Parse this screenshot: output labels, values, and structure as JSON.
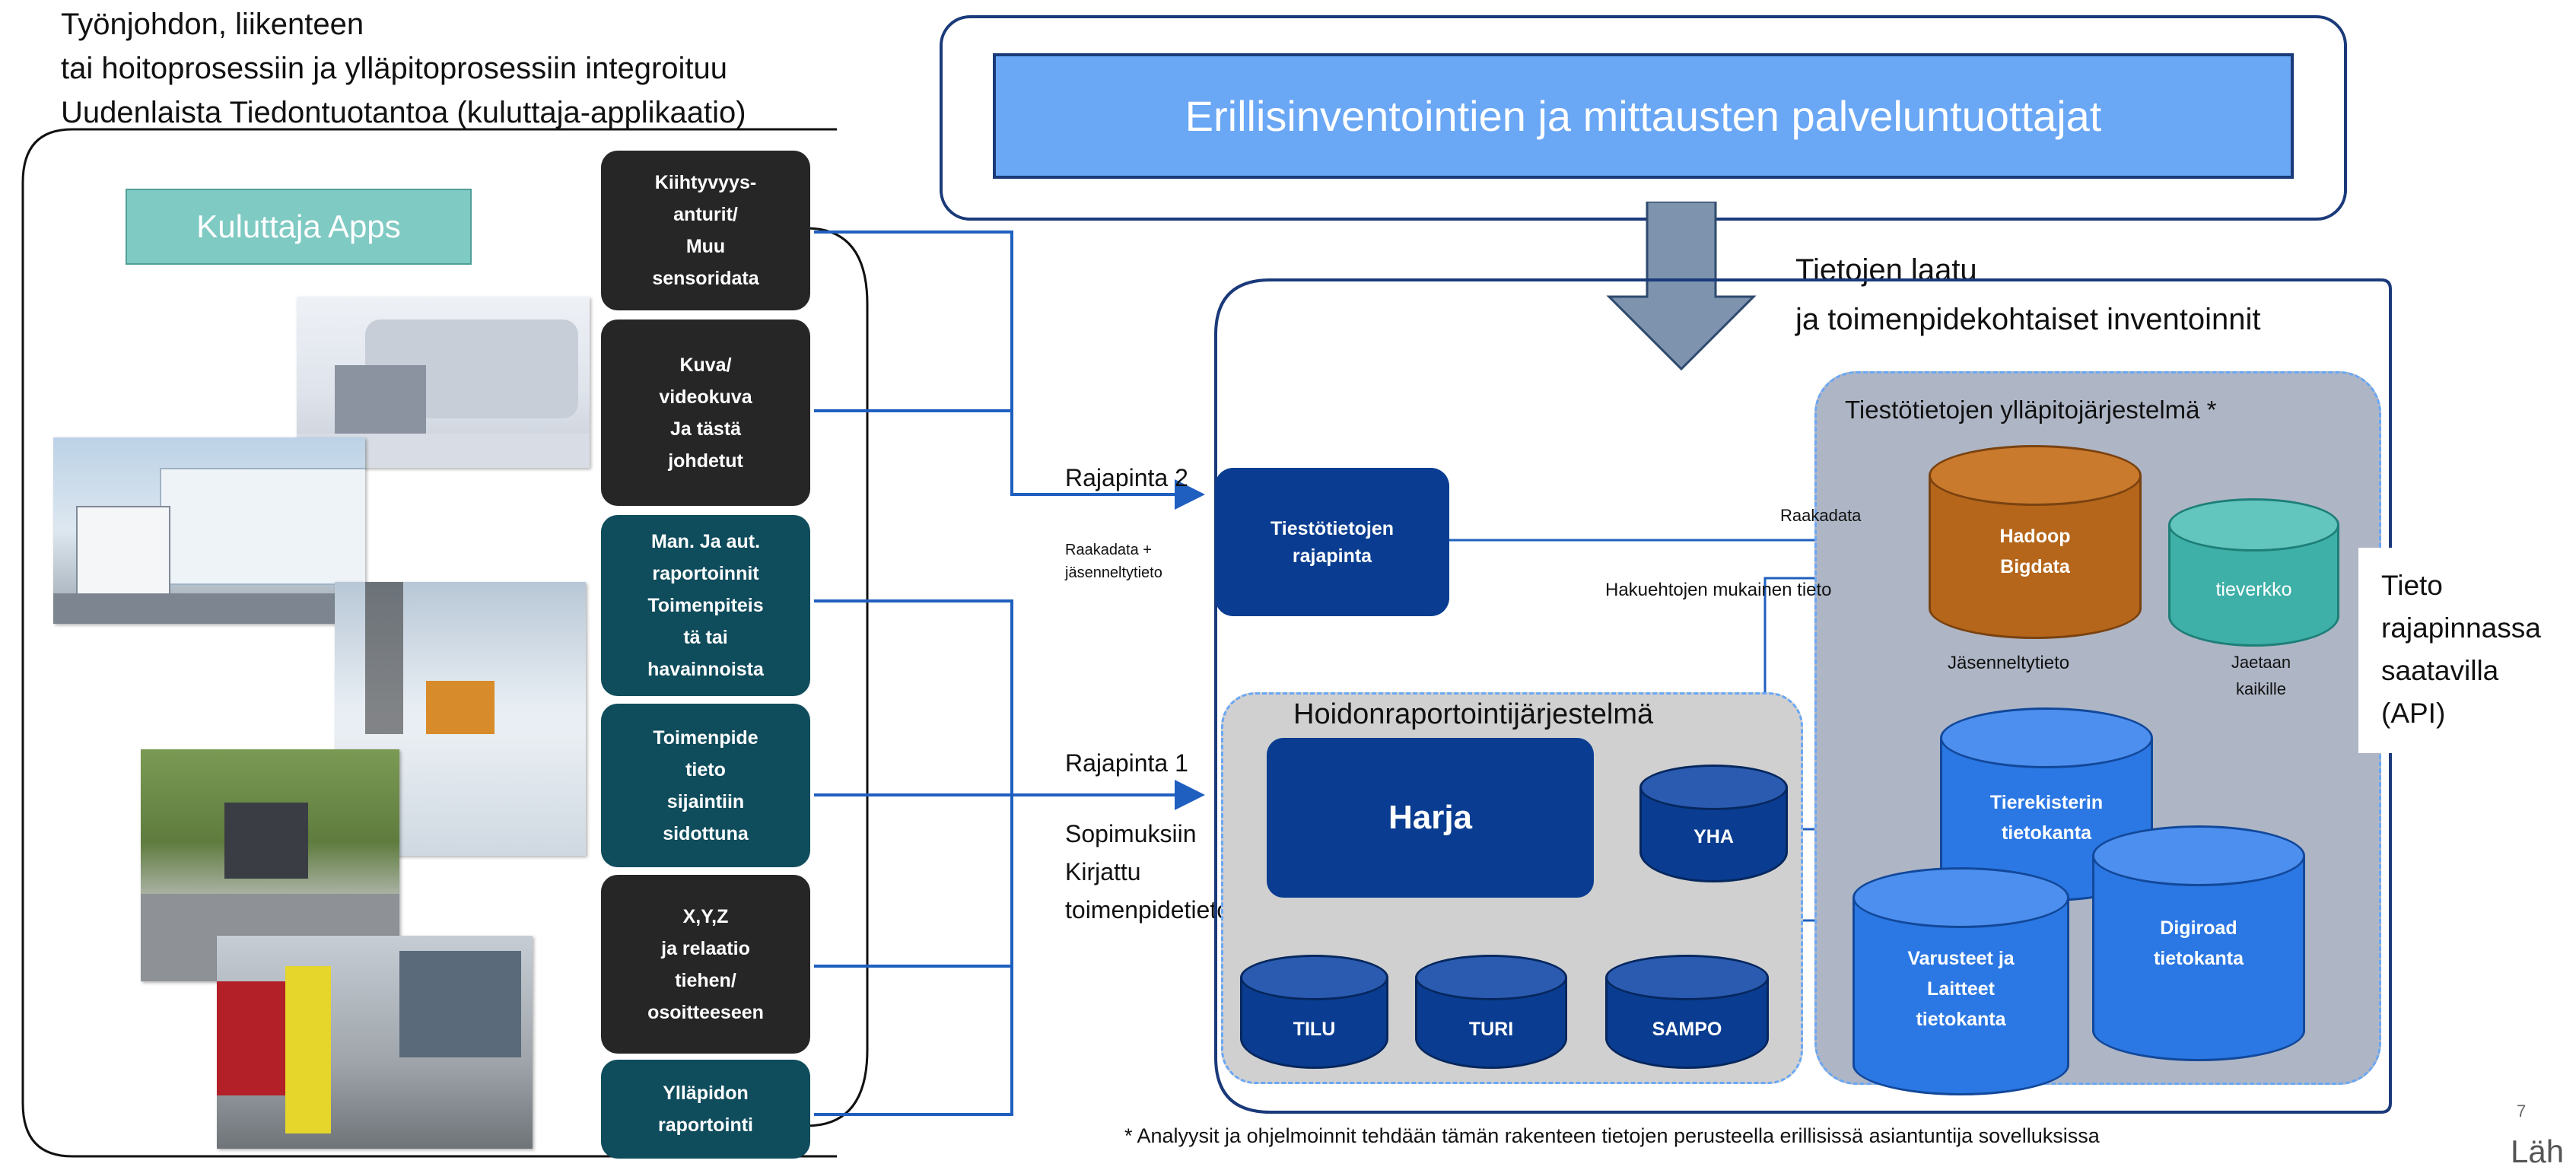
{
  "header": {
    "line1": "Työnjohdon, liikenteen",
    "line2": "tai hoitoprosessiin ja ylläpitoprosessiin integroituu",
    "line3": "Uudenlaista Tiedontuotantoa (kuluttaja-applikaatio)"
  },
  "service_providers": "Erillisinventointien ja mittausten palveluntuottajat",
  "consumer_apps": "Kuluttaja Apps",
  "data_sources": [
    {
      "lines": [
        "Kiihtyvyys-",
        "anturit/",
        "Muu",
        "sensoridata"
      ]
    },
    {
      "lines": [
        "Kuva/",
        "videokuva",
        "Ja tästä",
        "johdetut"
      ]
    },
    {
      "lines": [
        "Man. Ja aut.",
        "raportoinnit",
        "Toimenpiteis",
        "tä tai",
        "havainnoista"
      ]
    },
    {
      "lines": [
        "Toimenpide",
        "tieto",
        "sijaintiin",
        "sidottuna"
      ]
    },
    {
      "lines": [
        "X,Y,Z",
        "ja relaatio",
        "tiehen/",
        "osoitteeseen"
      ]
    },
    {
      "lines": [
        "Ylläpidon",
        "raportointi"
      ]
    }
  ],
  "quality": {
    "line1": "Tietojen laatu",
    "line2": "ja toimenpidekohtaiset inventoinnit"
  },
  "api2": {
    "label": "Rajapinta 2",
    "sub1": "Raakadata +",
    "sub2": "jäsenneltytieto",
    "box_line1": "Tiestötietojen",
    "box_line2": "rajapinta"
  },
  "api1": {
    "label": "Rajapinta 1",
    "sub1": "Sopimuksiin",
    "sub2": "Kirjattu",
    "sub3": "toimenpidetieto"
  },
  "maintenance_system": {
    "title": "Tiestötietojen ylläpitojärjestelmä *",
    "raw_label": "Raakadata",
    "query_label": "Hakuehtojen mukainen tieto",
    "structured_label": "Jäsenneltytieto",
    "shared_line1": "Jaetaan",
    "shared_line2": "kaikille"
  },
  "care_system": {
    "title": "Hoidonraportointijärjestelmä",
    "harja": "Harja"
  },
  "databases": {
    "hadoop": [
      "Hadoop",
      "Bigdata"
    ],
    "tieverkko": [
      "tieverkko"
    ],
    "tierekisteri": [
      "Tierekisterin",
      "tietokanta"
    ],
    "varusteet": [
      "Varusteet ja",
      "Laitteet",
      "tietokanta"
    ],
    "digiroad": [
      "Digiroad",
      "tietokanta"
    ],
    "yha": [
      "YHA"
    ],
    "tilu": [
      "TILU"
    ],
    "turi": [
      "TURI"
    ],
    "sampo": [
      "SAMPO"
    ]
  },
  "api_note": {
    "l1": "Tieto",
    "l2": "rajapinnassa",
    "l3": "saatavilla",
    "l4": "(API)"
  },
  "footnote": "* Analyysit ja ohjelmoinnit tehdään tämän rakenteen tietojen perusteella erillisissä asiantuntija sovelluksissa",
  "page_number": "7",
  "corner_text": "Läh",
  "colors": {
    "dark_blue": "#0a3d91",
    "bright_blue": "#2b78e4",
    "light_blue": "#6aa7f5",
    "teal": "#7fcac3",
    "orange": "#b5661a",
    "grey_panel": "#aeb6c6",
    "light_grey_panel": "#d0d0d0"
  }
}
